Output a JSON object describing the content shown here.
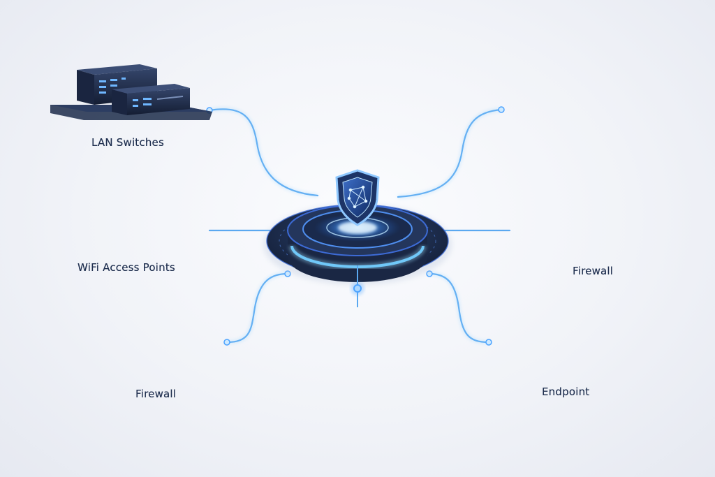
{
  "hub": {
    "icon": "shield-icon"
  },
  "nodes": {
    "lan_switches": {
      "label": "LAN Switches",
      "icon": "network-switch-icon"
    },
    "wifi_access_points": {
      "label": "WiFi Access Points",
      "icon": "wifi-router-icon"
    },
    "firewall_left": {
      "label": "Firewall",
      "icon": "laptop-phone-lock-icon"
    },
    "cloud_servers": {
      "label": "",
      "icon": "cloud-server-icon"
    },
    "firewall_right": {
      "label": "Firewall",
      "icon": "brick-firewall-icon"
    },
    "endpoint": {
      "label": "Endpoint",
      "icon": "laptop-tablet-lock-icon"
    }
  },
  "colors": {
    "platform": "#1c2b4a",
    "platform_ring": "#3d6bd6",
    "glow": "#4da3ff",
    "connector": "#5aa8f0",
    "label_text": "#1f2f4f"
  }
}
